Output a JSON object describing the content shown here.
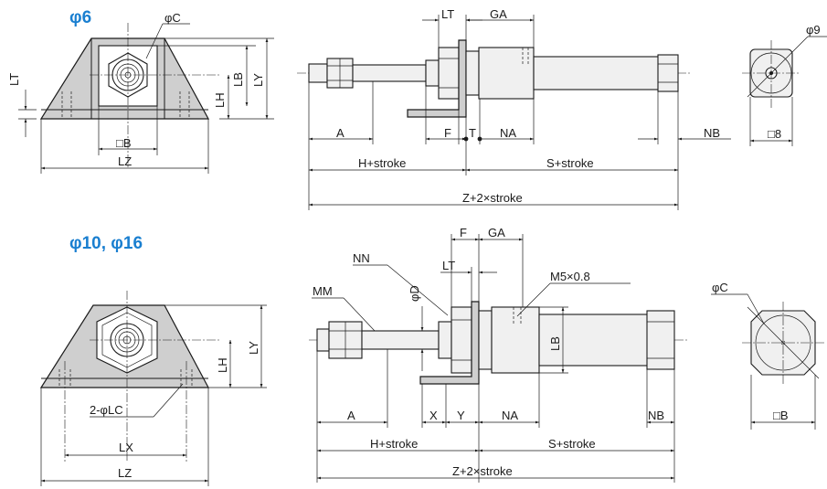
{
  "headings": {
    "top": "φ6",
    "bottom": "φ10, φ16"
  },
  "top_labels": {
    "phi_c": "φC",
    "lt_left": "LT",
    "lh": "LH",
    "lb": "LB",
    "ly": "LY",
    "sq_b": "□B",
    "lz": "LZ",
    "lt_mid": "LT",
    "ga": "GA",
    "a": "A",
    "f": "F",
    "t": "T",
    "na": "NA",
    "nb": "NB",
    "h_stroke": "H+stroke",
    "s_stroke": "S+stroke",
    "z_stroke": "Z+2×stroke",
    "phi_9": "φ9",
    "sq_8": "□8"
  },
  "bottom_labels": {
    "lh": "LH",
    "ly": "LY",
    "two_lc": "2-φLC",
    "lx": "LX",
    "lz": "LZ",
    "f": "F",
    "ga": "GA",
    "nn": "NN",
    "lt": "LT",
    "m5": "M5×0.8",
    "mm": "MM",
    "phi_d": "φD",
    "lb": "LB",
    "a": "A",
    "x": "X",
    "y": "Y",
    "na": "NA",
    "nb": "NB",
    "h_stroke": "H+stroke",
    "s_stroke": "S+stroke",
    "z_stroke": "Z+2×stroke",
    "phi_c": "φC",
    "sq_b": "□B"
  },
  "colors": {
    "heading": "#1a7fd0",
    "line": "#1a1a1a",
    "fill_gray": "#cfcfcf"
  }
}
